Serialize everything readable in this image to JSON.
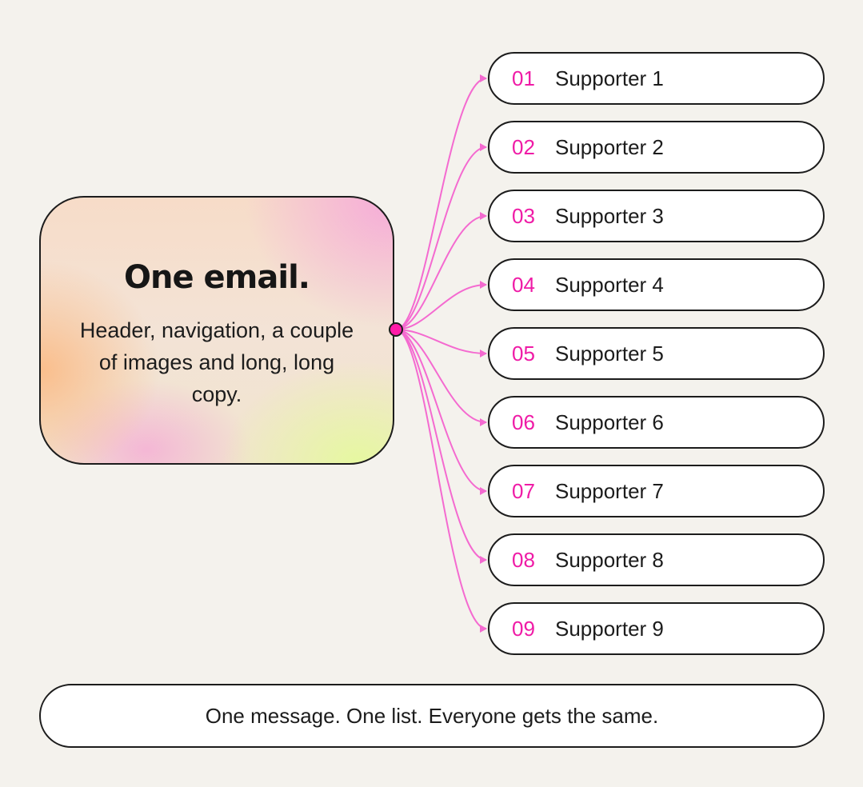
{
  "source": {
    "title": "One email.",
    "copy": "Header, navigation, a couple of images and long, long copy."
  },
  "supporters": [
    {
      "number": "01",
      "name": "Supporter 1"
    },
    {
      "number": "02",
      "name": "Supporter 2"
    },
    {
      "number": "03",
      "name": "Supporter 3"
    },
    {
      "number": "04",
      "name": "Supporter 4"
    },
    {
      "number": "05",
      "name": "Supporter 5"
    },
    {
      "number": "06",
      "name": "Supporter 6"
    },
    {
      "number": "07",
      "name": "Supporter 7"
    },
    {
      "number": "08",
      "name": "Supporter 8"
    },
    {
      "number": "09",
      "name": "Supporter 9"
    }
  ],
  "footer": {
    "text": "One message. One list. Everyone gets the same."
  },
  "colors": {
    "accent": "#ef1ba6",
    "connector": "#f46ad0",
    "node": "#ff1aa8",
    "outline": "#1c1c1c",
    "background": "#f4f2ed"
  }
}
